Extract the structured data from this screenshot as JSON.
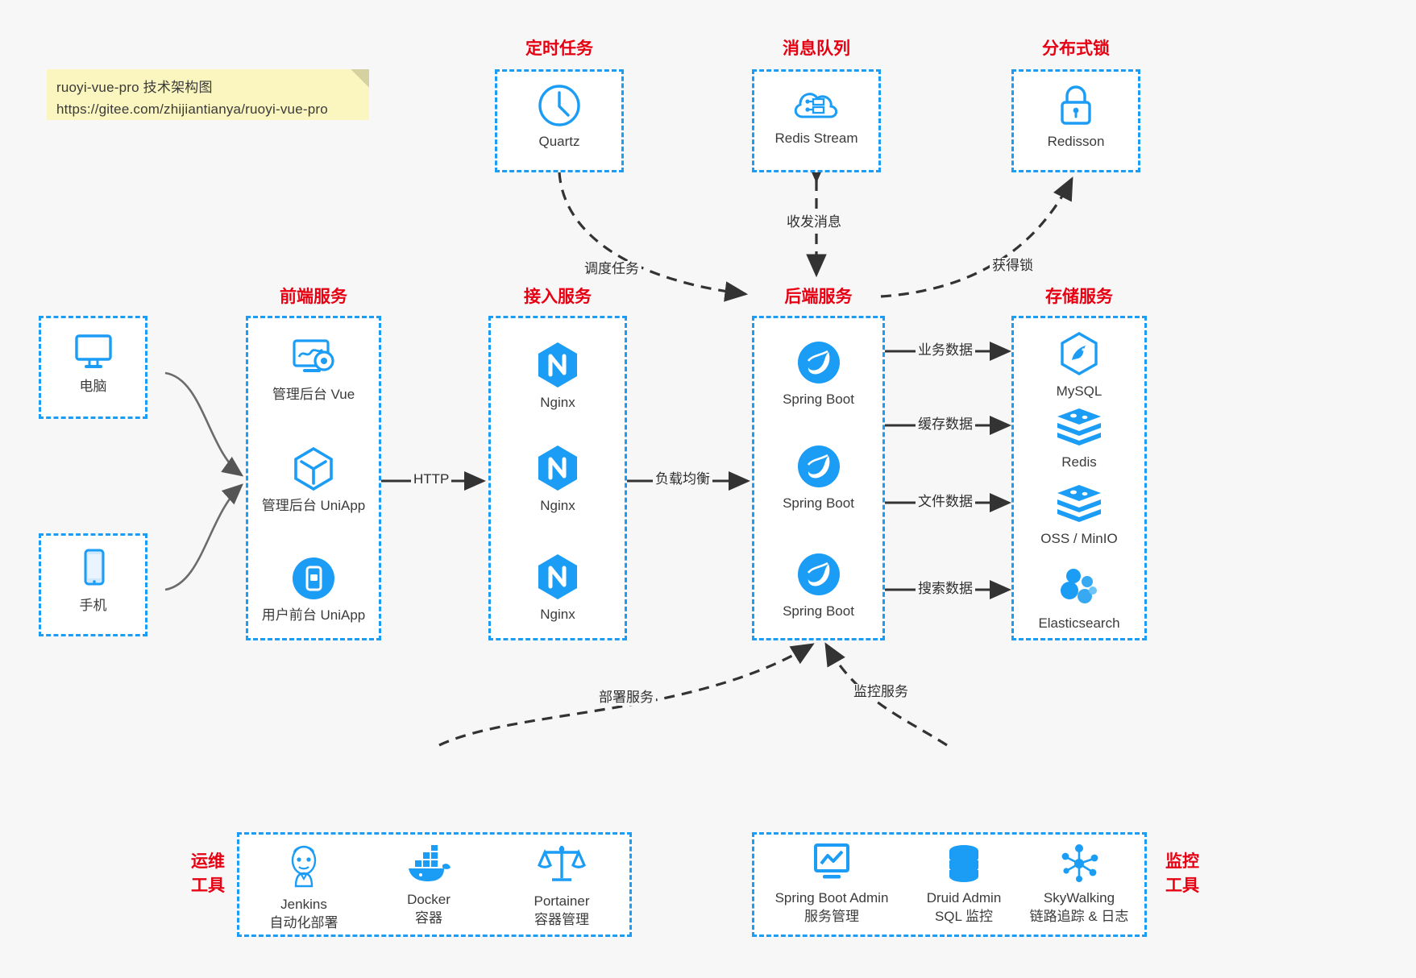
{
  "note": {
    "line1": "ruoyi-vue-pro 技术架构图",
    "line2": "https://gitee.com/zhijiantianya/ruoyi-vue-pro"
  },
  "groups": {
    "scheduled_task": {
      "title": "定时任务",
      "items": [
        {
          "label": "Quartz",
          "icon": "clock-icon"
        }
      ]
    },
    "message_queue": {
      "title": "消息队列",
      "items": [
        {
          "label": "Redis Stream",
          "icon": "cloud-stream-icon"
        }
      ]
    },
    "distributed_lock": {
      "title": "分布式锁",
      "items": [
        {
          "label": "Redisson",
          "icon": "lock-icon"
        }
      ]
    },
    "devices": {
      "items": [
        {
          "label": "电脑",
          "icon": "desktop-icon"
        },
        {
          "label": "手机",
          "icon": "mobile-icon"
        }
      ]
    },
    "frontend": {
      "title": "前端服务",
      "items": [
        {
          "label": "管理后台 Vue",
          "icon": "dashboard-gear-icon"
        },
        {
          "label": "管理后台 UniApp",
          "icon": "cube-icon"
        },
        {
          "label": "用户前台 UniApp",
          "icon": "phone-app-icon"
        }
      ]
    },
    "gateway": {
      "title": "接入服务",
      "items": [
        {
          "label": "Nginx",
          "icon": "nginx-icon"
        },
        {
          "label": "Nginx",
          "icon": "nginx-icon"
        },
        {
          "label": "Nginx",
          "icon": "nginx-icon"
        }
      ]
    },
    "backend": {
      "title": "后端服务",
      "items": [
        {
          "label": "Spring Boot",
          "icon": "spring-leaf-icon"
        },
        {
          "label": "Spring Boot",
          "icon": "spring-leaf-icon"
        },
        {
          "label": "Spring Boot",
          "icon": "spring-leaf-icon"
        }
      ]
    },
    "storage": {
      "title": "存储服务",
      "items": [
        {
          "label": "MySQL",
          "icon": "mysql-icon"
        },
        {
          "label": "Redis",
          "icon": "redis-icon"
        },
        {
          "label": "OSS / MinIO",
          "icon": "redis-icon"
        },
        {
          "label": "Elasticsearch",
          "icon": "elasticsearch-icon"
        }
      ]
    },
    "devops": {
      "title_line1": "运维",
      "title_line2": "工具",
      "items": [
        {
          "label": "Jenkins",
          "sub": "自动化部署",
          "icon": "jenkins-icon"
        },
        {
          "label": "Docker",
          "sub": "容器",
          "icon": "docker-icon"
        },
        {
          "label": "Portainer",
          "sub": "容器管理",
          "icon": "scales-icon"
        }
      ]
    },
    "monitoring": {
      "title_line1": "监控",
      "title_line2": "工具",
      "items": [
        {
          "label": "Spring Boot Admin",
          "sub": "服务管理",
          "icon": "monitor-chart-icon"
        },
        {
          "label": "Druid Admin",
          "sub": "SQL 监控",
          "icon": "database-icon"
        },
        {
          "label": "SkyWalking",
          "sub": "链路追踪 & 日志",
          "icon": "skywalking-icon"
        }
      ]
    }
  },
  "edges": {
    "http": "HTTP",
    "load_balance": "负载均衡",
    "schedule_task": "调度任务",
    "send_receive_message": "收发消息",
    "acquire_lock": "获得锁",
    "business_data": "业务数据",
    "cache_data": "缓存数据",
    "file_data": "文件数据",
    "search_data": "搜索数据",
    "deploy_service": "部署服务",
    "monitor_service": "监控服务"
  },
  "colors": {
    "brand_blue": "#1b9cf5",
    "title_red": "#e60012",
    "note_yellow": "#fbf6bf",
    "background": "#f7f7f7",
    "arrow_dark": "#333333"
  }
}
